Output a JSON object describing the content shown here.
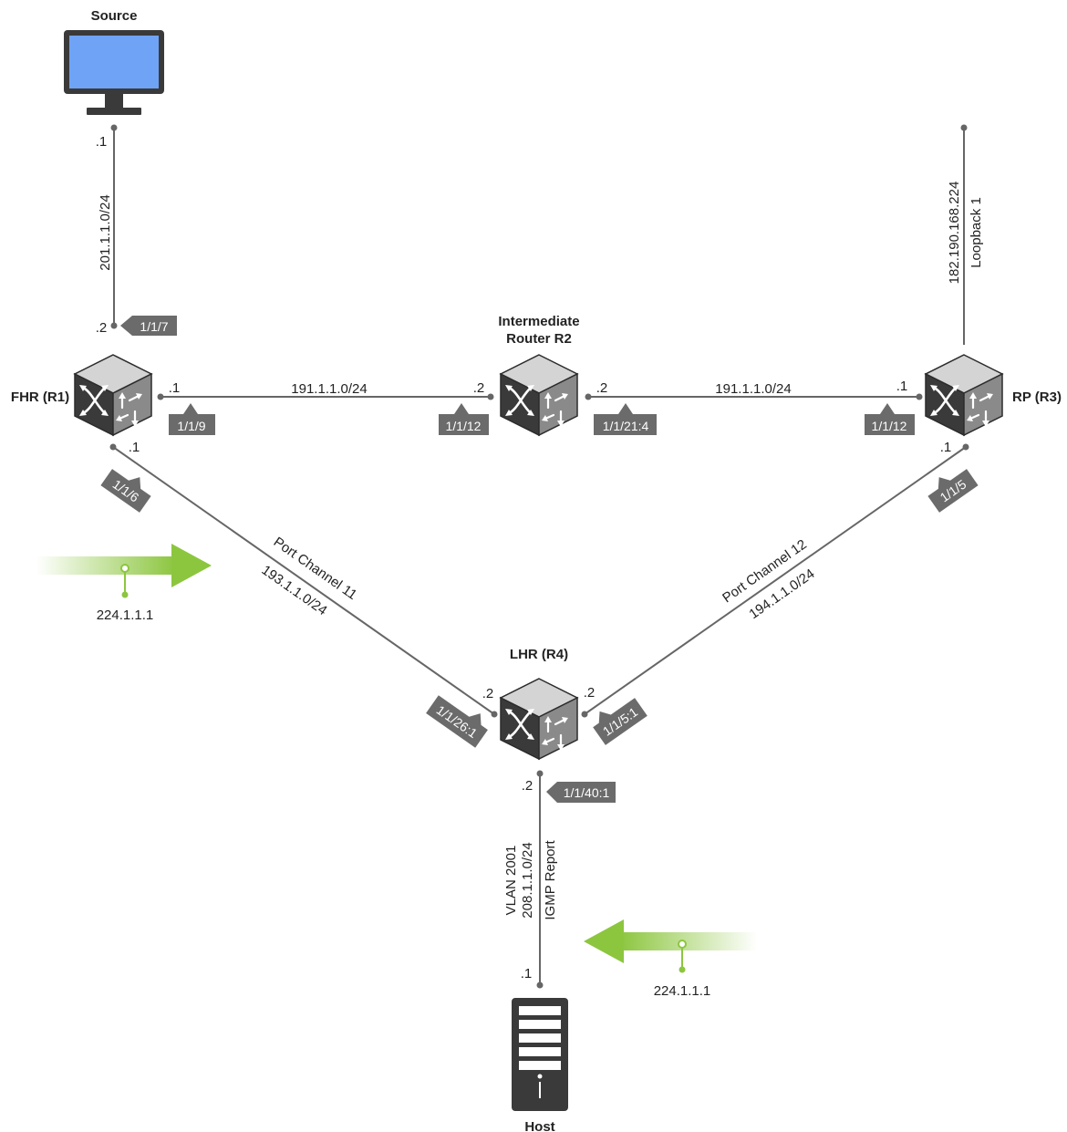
{
  "nodes": {
    "source": "Source",
    "fhr": "FHR (R1)",
    "r2_line1": "Intermediate",
    "r2_line2": "Router R2",
    "rp": "RP (R3)",
    "lhr": "LHR (R4)",
    "host": "Host"
  },
  "links": {
    "source_fhr": {
      "subnet": "201.1.1.0/24",
      "src_ip": ".1",
      "dst_ip": ".2",
      "port": "1/1/7"
    },
    "fhr_r2": {
      "subnet": "191.1.1.0/24",
      "fhr_ip": ".1",
      "fhr_port": "1/1/9",
      "r2_ip": ".2",
      "r2_port": "1/1/12"
    },
    "r2_rp": {
      "subnet": "191.1.1.0/24",
      "r2_ip": ".2",
      "r2_port": "1/1/21:4",
      "rp_ip": ".1",
      "rp_port": "1/1/12"
    },
    "rp_loopback": {
      "subnet": "182.190.168.224",
      "name": "Loopback 1"
    },
    "fhr_lhr": {
      "name": "Port Channel 11",
      "subnet": "193.1.1.0/24",
      "fhr_ip": ".1",
      "fhr_port": "1/1/6",
      "lhr_ip": ".2",
      "lhr_port": "1/1/26:1"
    },
    "rp_lhr": {
      "name": "Port Channel 12",
      "subnet": "194.1.1.0/24",
      "rp_ip": ".1",
      "rp_port": "1/1/5",
      "lhr_ip": ".2",
      "lhr_port": "1/1/5:1"
    },
    "lhr_host": {
      "vlan": "VLAN 2001",
      "subnet": "208.1.1.0/24",
      "report": "IGMP Report",
      "lhr_ip": ".2",
      "lhr_port": "1/1/40:1",
      "host_ip": ".1"
    }
  },
  "flows": {
    "multicast_in": "224.1.1.1",
    "multicast_out": "224.1.1.1"
  },
  "colors": {
    "link": "#666666",
    "port_tag": "#6b6b6b",
    "flow_green": "#8cc63f",
    "router_dark": "#3a3a3a",
    "monitor_screen": "#6fa3f5"
  }
}
